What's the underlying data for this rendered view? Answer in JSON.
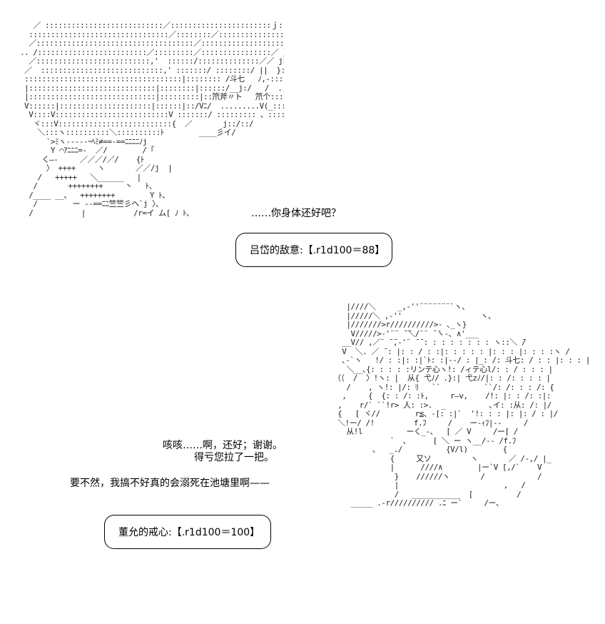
{
  "art": {
    "top": "   ／ :::::::::::::::::::::::::::／:::::::::::::::::::::::ｊ::::::ヽ\n  ::::::::::::::::::::::::::::::::／::::::::／:::::::::::::::j:::::::::::\n  ／::::::::::::::::::::::::::::::::::::／:::::::::::::::::::ハ::::::::::::\n.. /:::::::::::::::::::::::::／:::::::::／::::::::::::::::／ }::::::::::::::l\n  ／::::::::::::::::::::::::::,'  ::::::/::::::::::::::／／ jﾄ:::::::::::::|\n ／  ::::::::::::::::::::::::::::,' :::::::/ ::::::::/ ||  }:::::::::1|\n ::::::::::::::::::::::::::::::::::::|:::::::: /斗七   ﾉ,-:::::::::::::l\n |:::::::::::::::::::::::::::::|::::::::|::::::/__j:/   /  .,j:::::::::::|\n |:::::::::::::::::::::::::::::|:::::::::|::笊斧〃ト   笊个:::::::::::::|\n V::::::|:::::::::::::::::::::|::::::|::/Vﾆ/  .........V(_::::::::::::ﾘ|\n  V::::V::::::::::::::::::::::::::V :::::::/ ::::::::: 、:::: {:::::::::/\n   ヾ:::V::::::::::::::::::::::::::{  ／       j::/::/\n    ＼:::ヽ::::::::::＼::::::::::ﾄ        ____彡イ/\n      `>ﾐヽ-----ｰﾍﾐ≠==-==ﾆﾆﾆﾆﾉj\n       Y ⌒ｱﾆﾆﾆ=-  ／/        /「\n     く―-     ／／／/／/    {ﾄ\n      〉 ++++     ヽ       ／／/j  |\n    /   +++++   ＼______   |\n   /       ++++++++     丶   ﾄ、\n  /____ __、  ++++++++        Y ﾄ、\n   /        ー --==ﾆﾆ竺竺彡ヘ`j 〉、\n  /           |           /r=イ ム[ ﾉ ﾄ、",
    "bottom": "           |////＼     _,-''¨¨¨¨¨¨¨`ヽ、\n           |/////＼ ,-''                  ヽ、\n           |///////>r//////////>- ､_ヽ}\n            V/////>-'¨¨ ̄ ̄＼/¨¨ ̄ ̄ヽ-､ ∧'___\n          __V// ,／¨ ̄ ̄,-'¨ ̄ ̄ : : : : : : : : ヽ::＼ ̄/\n          V  ＼. ／ ̄ : |: : / : :|: : : : : |: : : |: : : :ヽ /\n          ､-`ヽ   !/ : :|: :|`ﾄ: :|--/ : |_: /: 斗七: / : : |: : : |\n           ＼__､{: : : : :リンテ心ヽ!: /ィテ心l/: : / : : : |\n        （（  /  〉!ヽ: |  从{ 弋ﾉ/ .}:| 弋zﾉ/|: : /: : : : |\n           /    , ヽ!: |/: ﾘ   ``          ``/: /: : : /: {\n          ,     {  {: : /: :ﾄ,     r―v,    /!: |: : /: :|:\n         ,    r/` ``!r> 人: :>.  _          ､イ: :从: /: |/\n         {   [ ヾ//        r≦、-[: :|`  '!: : : |: |: / : |/\n         ＼!ー/ /!         f.ﾌ     /    ー-ｨﾌ|--     /\n           从!l          ーく_-、  [ ／ V     /ー[ /\n                     `  ､      [ ＼ ー ヽ__/-- /f.ﾌ\n                 ､   _./          {V/l)        {\n                     {     又ソ         ヽ       ／ /-,/ |_\n                     |      ////∧        |ー`V [,/`    V\n                      }    //////ヽ       /            /\n                      |                        ,   /\n                      /   ___________  [          /\n            _____ .-r////////// .ﾆ ー`     /ー、"
  },
  "dialogue": {
    "line1": "……你身体还好吧？",
    "line2": "咳咳……啊，还好；谢谢。",
    "line3": "得亏您拉了一把。",
    "line4": "要不然，我搞不好真的会溺死在池塘里啊——"
  },
  "boxes": {
    "box1": "吕岱的敌意:【.r1d100＝88】",
    "box2": "董允的戒心:【.r1d100＝100】"
  }
}
